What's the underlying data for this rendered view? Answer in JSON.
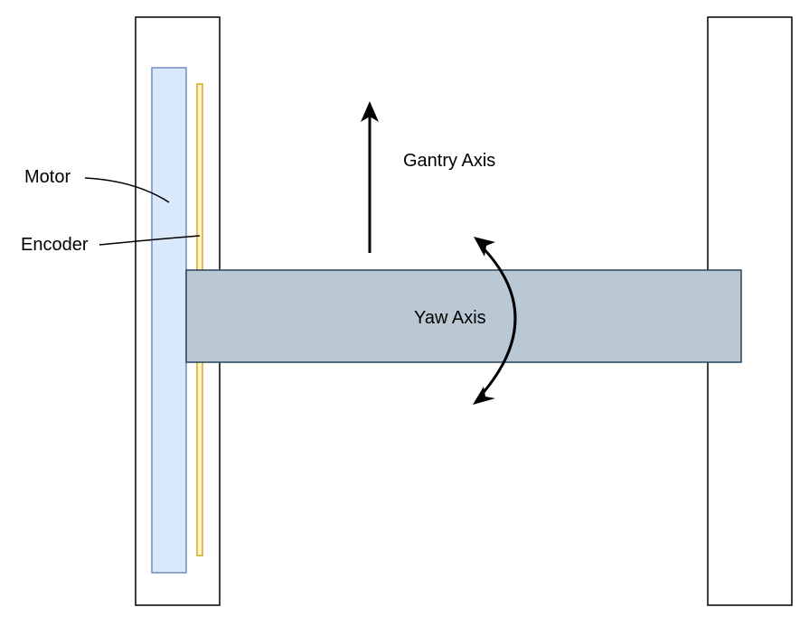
{
  "labels": {
    "motor": "Motor",
    "encoder": "Encoder",
    "gantry_axis": "Gantry Axis",
    "yaw_axis": "Yaw Axis"
  },
  "colors": {
    "background": "#ffffff",
    "outline": "#000000",
    "motor_fill": "#dae8fc",
    "motor_stroke": "#6c8ebf",
    "encoder_fill": "#fff2cc",
    "encoder_stroke": "#d6a821",
    "beam_fill": "#bac8d3",
    "beam_stroke": "#23445d"
  }
}
